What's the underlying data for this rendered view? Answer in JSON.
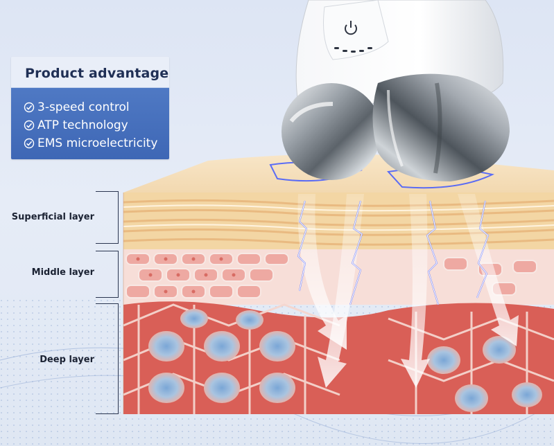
{
  "panel": {
    "title": "Product advantage",
    "items": [
      {
        "label": "3-speed control",
        "icon": "check-circle-icon"
      },
      {
        "label": "ATP technology",
        "icon": "check-circle-icon"
      },
      {
        "label": "EMS microelectricity",
        "icon": "check-circle-icon"
      }
    ]
  },
  "layers": {
    "superficial": "Superficial layer",
    "middle": "Middle layer",
    "deep": "Deep layer"
  },
  "device": {
    "power_icon": "power-icon"
  },
  "colors": {
    "panel_blue": "#3e67b5",
    "skin_top": "#f4d9b0",
    "middle_layer": "#f0c8c4",
    "deep_layer": "#d9605a",
    "electric": "#3a5bff"
  }
}
